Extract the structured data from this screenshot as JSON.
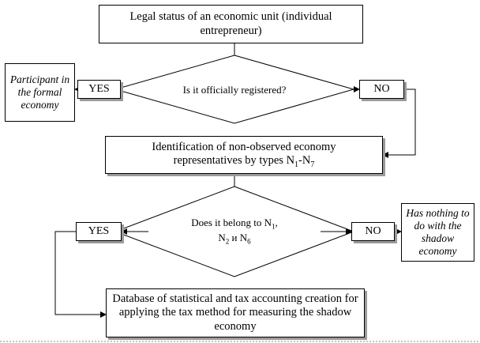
{
  "nodes": {
    "legal_status": "Legal status of an economic unit (individual entrepreneur)",
    "q_registered": "Is it officially registered?",
    "yes_1": "YES",
    "no_1": "NO",
    "participant_formal": "Participant in the formal economy",
    "identification": "Identification of non-observed economy representatives by types N",
    "q_belongs_main": "Does it belong to N",
    "q_belongs_tail": " и N",
    "yes_2": "YES",
    "no_2": "NO",
    "nothing_shadow": "Has nothing to do with the shadow economy",
    "database": "Database of statistical and tax accounting creation for applying the tax method for measuring the shadow economy"
  },
  "subscripts": {
    "n1": "1",
    "n7": "7",
    "n2": "2",
    "n6": "6",
    "range_dash": "-N",
    "comma": ","
  }
}
